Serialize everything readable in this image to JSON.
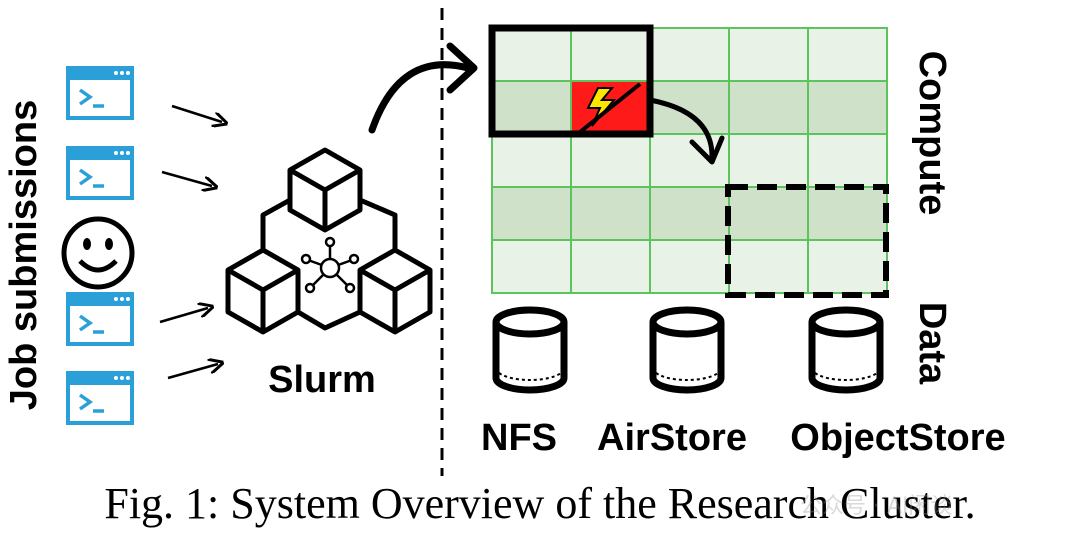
{
  "left_label": "Job submissions",
  "scheduler_label": "Slurm",
  "compute_label": "Compute",
  "data_label": "Data",
  "storage": [
    {
      "label": "NFS"
    },
    {
      "label": "AirStore"
    },
    {
      "label": "ObjectStore"
    }
  ],
  "caption": "Fig. 1: System Overview of the Research Cluster.",
  "watermark": "公众号 · AI闲谈",
  "grid": {
    "rows": 5,
    "cols": 5,
    "shaded_rows": [
      1,
      3
    ],
    "failed_cell": {
      "row": 1,
      "col": 1
    }
  },
  "colors": {
    "grid_line": "#5cc45c",
    "cell_light": "#e9f2e6",
    "cell_shaded": "#cfe2c9",
    "failed_cell": "#ff1a1a",
    "lightning": "#ffe600",
    "terminal_blue": "#2a9fd8"
  },
  "icons": [
    "terminal-window-icon",
    "smiley-face-icon",
    "cube-cluster-icon",
    "database-cylinder-icon",
    "lightning-icon"
  ]
}
